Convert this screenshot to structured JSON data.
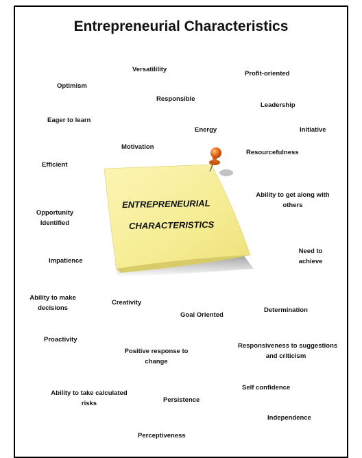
{
  "title": "Entrepreneurial Characteristics",
  "note": {
    "line1": "ENTREPRENEURIAL",
    "line2": "CHARACTERISTICS"
  },
  "colors": {
    "note_fill": "#f7ef9a",
    "pin_head": "#e8701c"
  },
  "words": {
    "versatility": "Versatilility",
    "profit_oriented": "Profit-oriented",
    "optimism": "Optimism",
    "responsible": "Responsible",
    "leadership": "Leadership",
    "eager_to_learn": "Eager to learn",
    "energy": "Energy",
    "initiative": "Initiative",
    "motivation": "Motivation",
    "resourcefulness": "Resourcefulness",
    "efficient": "Efficient",
    "ability_get_along_1": "Ability to get along with",
    "ability_get_along_2": "others",
    "opportunity_1": "Opportunity",
    "opportunity_2": "Identified",
    "need_to_achieve_1": "Need to",
    "need_to_achieve_2": "achieve",
    "impatience": "Impatience",
    "ability_decisions_1": "Ability to make",
    "ability_decisions_2": "decisions",
    "creativity": "Creativity",
    "goal_oriented": "Goal Oriented",
    "determination": "Determination",
    "proactivity": "Proactivity",
    "positive_response_1": "Positive response to",
    "positive_response_2": "change",
    "responsiveness_1": "Responsiveness to suggestions",
    "responsiveness_2": "and criticism",
    "self_confidence": "Self confidence",
    "calculated_risks_1": "Ability to take calculated",
    "calculated_risks_2": "risks",
    "persistence": "Persistence",
    "independence": "Independence",
    "perceptiveness": "Perceptiveness"
  }
}
